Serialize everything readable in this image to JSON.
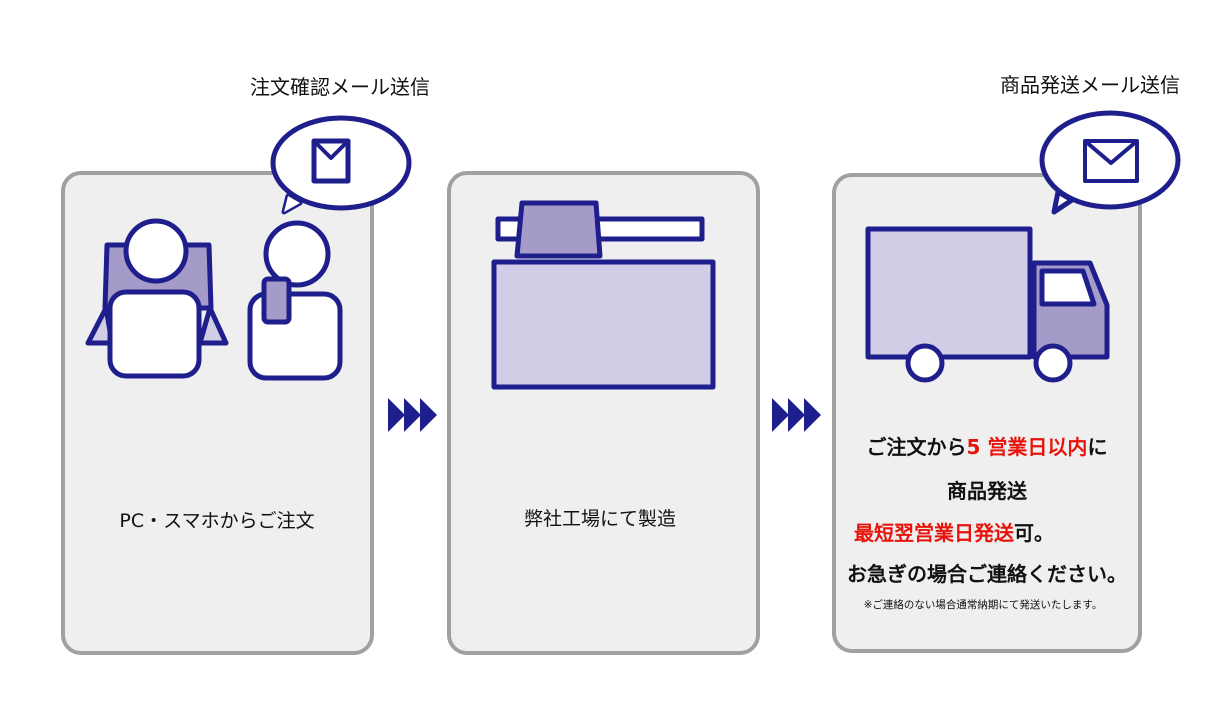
{
  "colors": {
    "navy": "#1e1e8c",
    "purple": "#a59bc8",
    "lavender": "#d2cde6",
    "panel": "#efefef",
    "border": "#a0a0a0",
    "highlight": "#e8140c"
  },
  "steps": [
    {
      "caption": "注文確認メール送信",
      "label": "PC・スマホからご注文"
    },
    {
      "label": "弊社工場にて製造"
    },
    {
      "caption": "商品発送メール送信",
      "line1_a": "ご注文から",
      "line1_b": "5 営業日以内",
      "line1_c": "に",
      "line2": "商品発送",
      "line3_a": "最短翌営業日発送",
      "line3_b": "可。",
      "line4": "お急ぎの場合ご連絡ください。",
      "note": "※ご連絡のない場合通常納期にて発送いたします。"
    }
  ]
}
